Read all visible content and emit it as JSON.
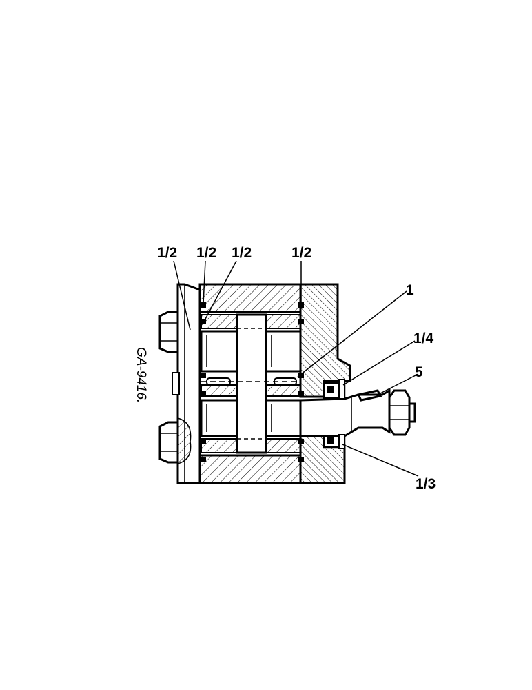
{
  "diagram": {
    "drawing_code": "GA-9416.",
    "callouts": [
      {
        "id": "c1",
        "text": "1/2"
      },
      {
        "id": "c2",
        "text": "1/2"
      },
      {
        "id": "c3",
        "text": "1/2"
      },
      {
        "id": "c4",
        "text": "1/2"
      },
      {
        "id": "c5",
        "text": "1"
      },
      {
        "id": "c6",
        "text": "1/4"
      },
      {
        "id": "c7",
        "text": "5"
      },
      {
        "id": "c8",
        "text": "1/3"
      }
    ]
  }
}
